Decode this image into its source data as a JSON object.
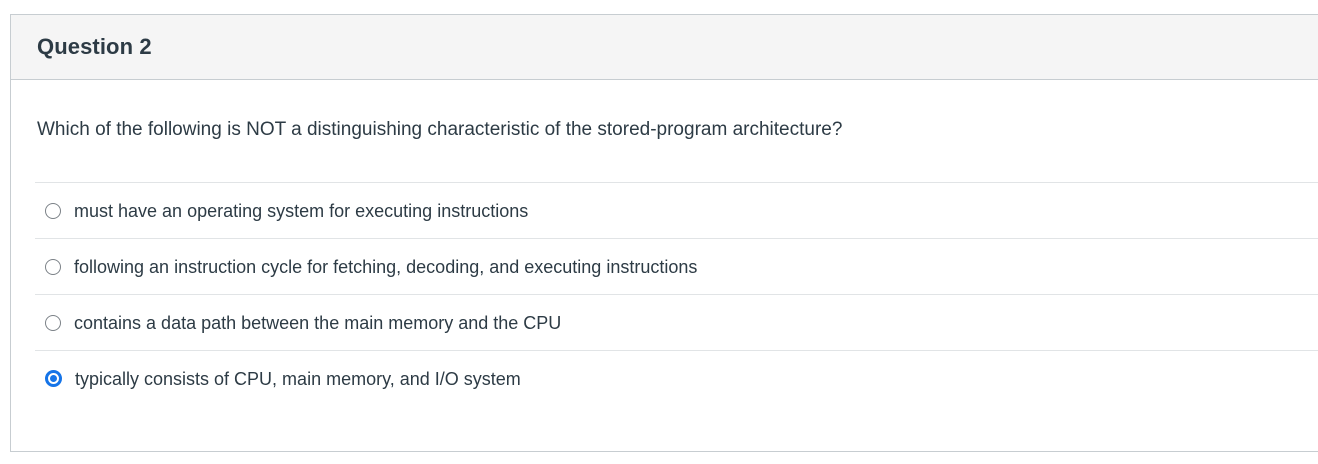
{
  "question": {
    "header": "Question 2",
    "text": "Which of the following is NOT a distinguishing characteristic of the stored-program architecture?",
    "options": [
      {
        "label": "must have an operating system for executing instructions",
        "selected": false
      },
      {
        "label": "following an instruction cycle for fetching, decoding, and executing instructions",
        "selected": false
      },
      {
        "label": "contains a data path between the main memory and the CPU",
        "selected": false
      },
      {
        "label": "typically consists of CPU, main memory, and I/O system",
        "selected": true
      }
    ]
  },
  "colors": {
    "header_bg": "#F5F5F5",
    "border": "#C7CDD1",
    "divider": "#E1E4E6",
    "text": "#2D3B45",
    "radio_selected": "#1574E8",
    "radio_unselected": "#7C8288",
    "page_bg": "#FFFFFF"
  }
}
